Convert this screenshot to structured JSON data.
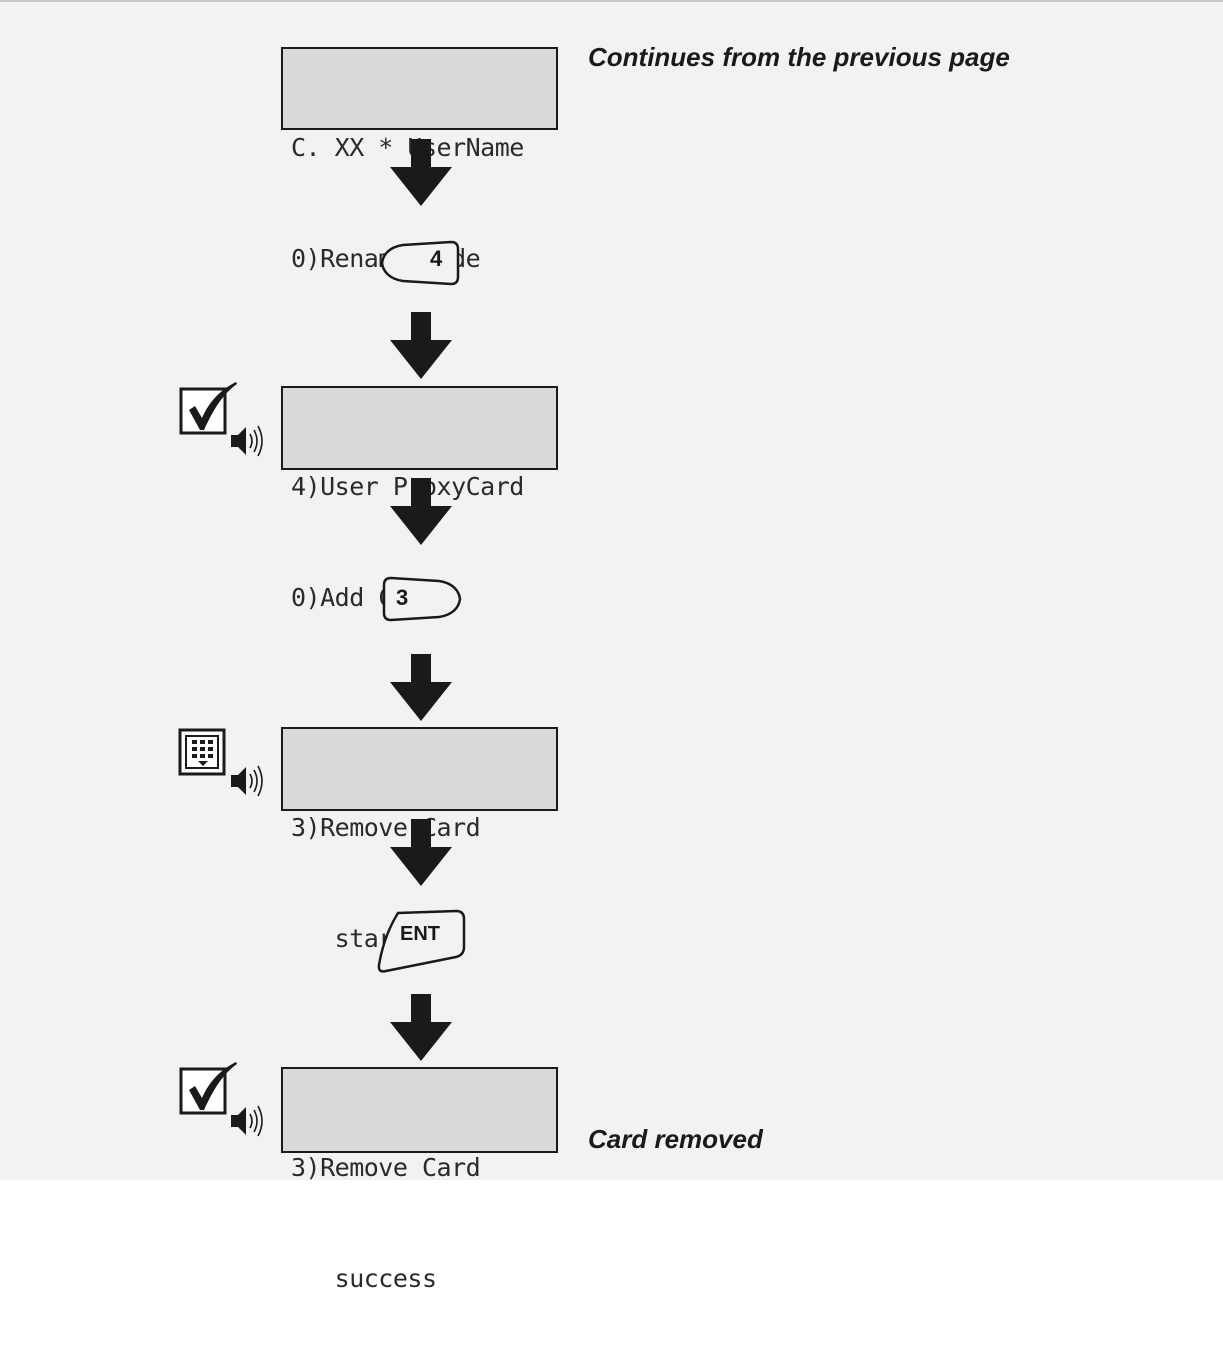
{
  "notes": {
    "continues": "Continues from the previous page",
    "result": "Card removed"
  },
  "screens": [
    {
      "line1": "C. XX * UserName",
      "line2": "0)Rename code"
    },
    {
      "line1": "4)User ProxyCard",
      "line2": "0)Add Card"
    },
    {
      "line1": "3)Remove Card",
      "line2": "   start?"
    },
    {
      "line1": "3)Remove Card",
      "line2": "   success"
    }
  ],
  "keys": {
    "key_4": "4",
    "key_3": "3",
    "key_ent": "ENT"
  },
  "icons": {
    "confirm": "checkmark-box-icon",
    "beep": "speaker-icon",
    "keypad": "keypad-icon"
  }
}
